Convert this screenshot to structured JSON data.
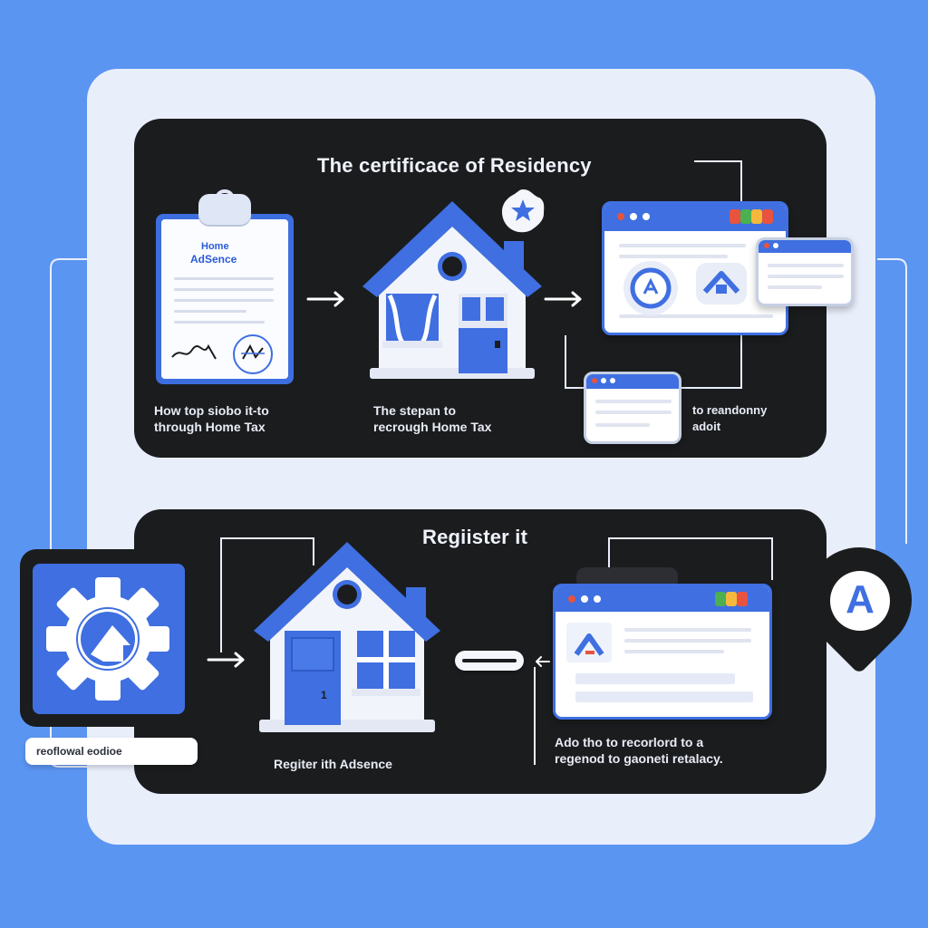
{
  "top_panel": {
    "title": "The certificace of Residency",
    "doc_text_line1": "Home",
    "doc_text_line2": "AdSence",
    "caption_1_line1": "How top siobo it-to",
    "caption_1_line2": "through Home Tax",
    "caption_2_line1": "The stepan to",
    "caption_2_line2": "recrough Home Tax",
    "caption_3_line1": "to reandonny",
    "caption_3_line2": "adoit"
  },
  "bottom_panel": {
    "title": "Regiister  it",
    "caption_1": "Regiter ith Adsence",
    "caption_2_line1": "Ado tho to recorlord to a",
    "caption_2_line2": "regenod to gaoneti retalacy.",
    "tablet_label": "reoflowal eodioe",
    "pin_letter": "A",
    "house_number": "1"
  },
  "colors": {
    "background": "#5b95f2",
    "card": "#e9eefb",
    "panel": "#1b1c1e",
    "accent_blue": "#3f6fe1",
    "white": "#ffffff"
  },
  "icons": {
    "clipboard": "clipboard-icon",
    "house": "house-icon",
    "star_badge": "star-icon",
    "browser": "browser-window-icon",
    "gear": "gear-icon",
    "map_pin": "map-pin-icon",
    "arrow": "arrow-right-icon"
  }
}
